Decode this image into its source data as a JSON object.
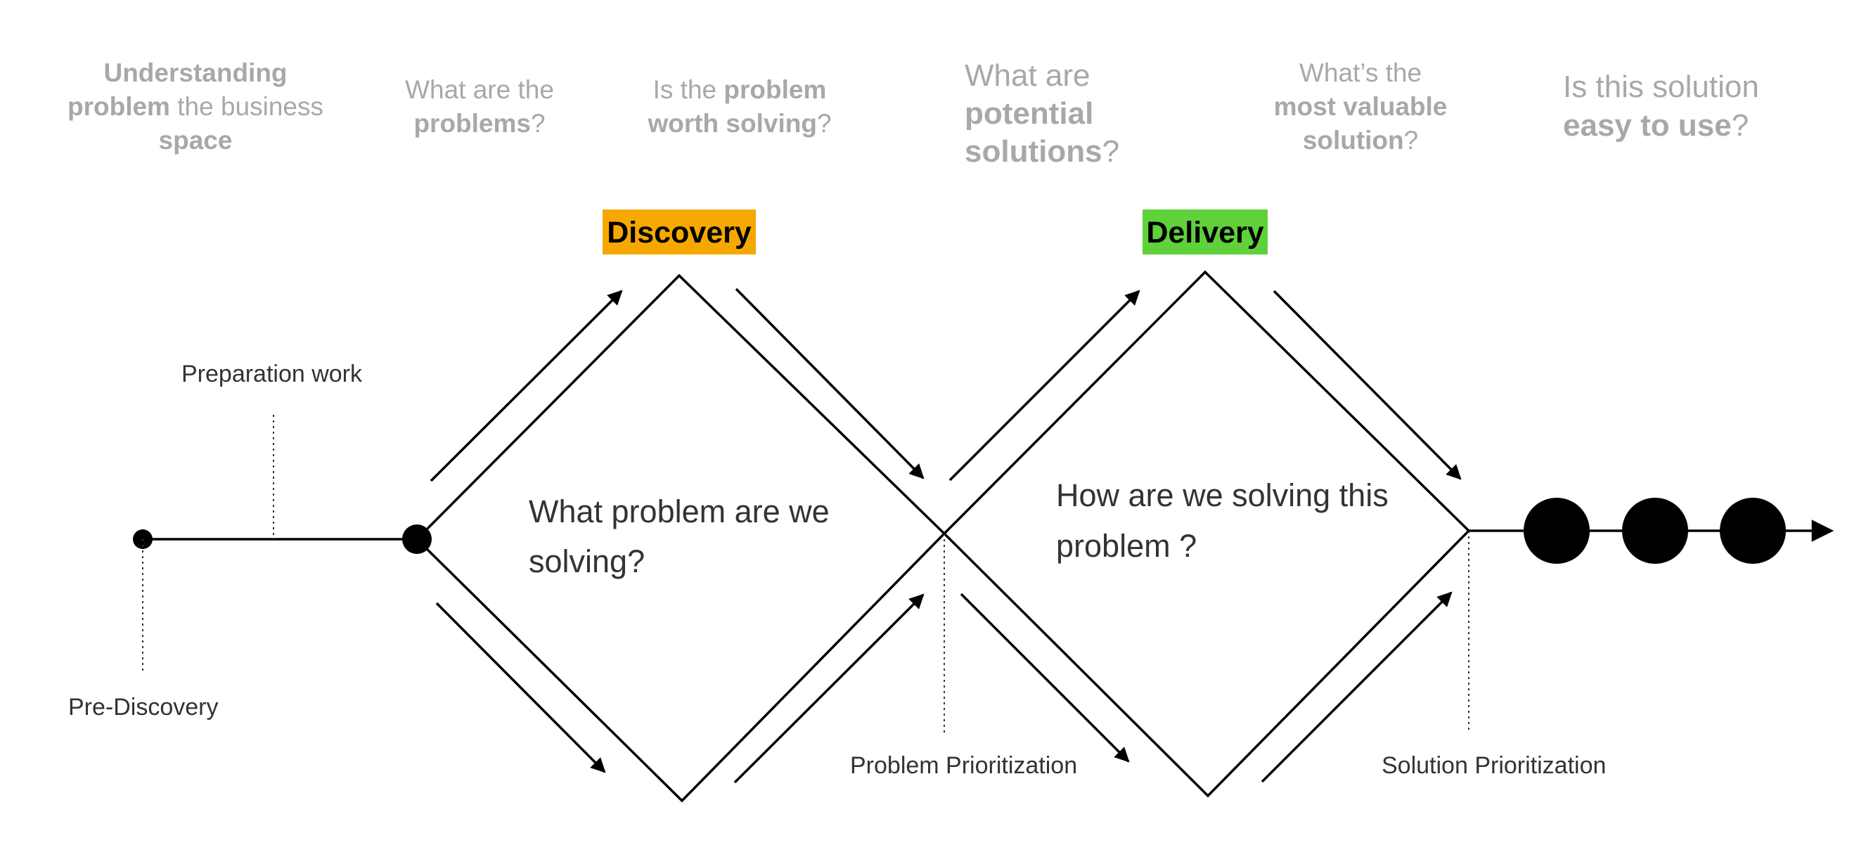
{
  "questions": [
    {
      "lines": [
        [
          {
            "t": "Understanding",
            "b": true
          }
        ],
        [
          {
            "t": "problem",
            "b": true
          },
          {
            "t": " the business",
            "b": false
          }
        ],
        [
          {
            "t": "space",
            "b": true
          }
        ]
      ]
    },
    {
      "lines": [
        [
          {
            "t": "What are the",
            "b": false
          }
        ],
        [
          {
            "t": "problems",
            "b": true
          },
          {
            "t": "?",
            "b": false
          }
        ]
      ]
    },
    {
      "lines": [
        [
          {
            "t": "Is the ",
            "b": false
          },
          {
            "t": "problem",
            "b": true
          }
        ],
        [
          {
            "t": "worth solving",
            "b": true
          },
          {
            "t": "?",
            "b": false
          }
        ]
      ]
    },
    {
      "lines": [
        [
          {
            "t": "What are",
            "b": false
          }
        ],
        [
          {
            "t": "potential",
            "b": true
          }
        ],
        [
          {
            "t": "solutions",
            "b": true
          },
          {
            "t": "?",
            "b": false
          }
        ]
      ]
    },
    {
      "lines": [
        [
          {
            "t": "What’s the",
            "b": false
          }
        ],
        [
          {
            "t": "most valuable",
            "b": true
          }
        ],
        [
          {
            "t": "solution",
            "b": true
          },
          {
            "t": "?",
            "b": false
          }
        ]
      ]
    },
    {
      "lines": [
        [
          {
            "t": "Is this solution",
            "b": false
          }
        ],
        [
          {
            "t": "easy to use",
            "b": true
          },
          {
            "t": "?",
            "b": false
          }
        ]
      ]
    }
  ],
  "phases": {
    "discovery": {
      "label": "Discovery",
      "color": "#f7a800"
    },
    "delivery": {
      "label": "Delivery",
      "color": "#5fd13a"
    }
  },
  "center_text": {
    "discovery": [
      "What problem are we",
      "solving?"
    ],
    "delivery": [
      "How are we solving this",
      "problem ?"
    ]
  },
  "labels": {
    "preparation_work": "Preparation work",
    "pre_discovery": "Pre-Discovery",
    "problem_prioritization": "Problem Prioritization",
    "solution_prioritization": "Solution Prioritization"
  }
}
